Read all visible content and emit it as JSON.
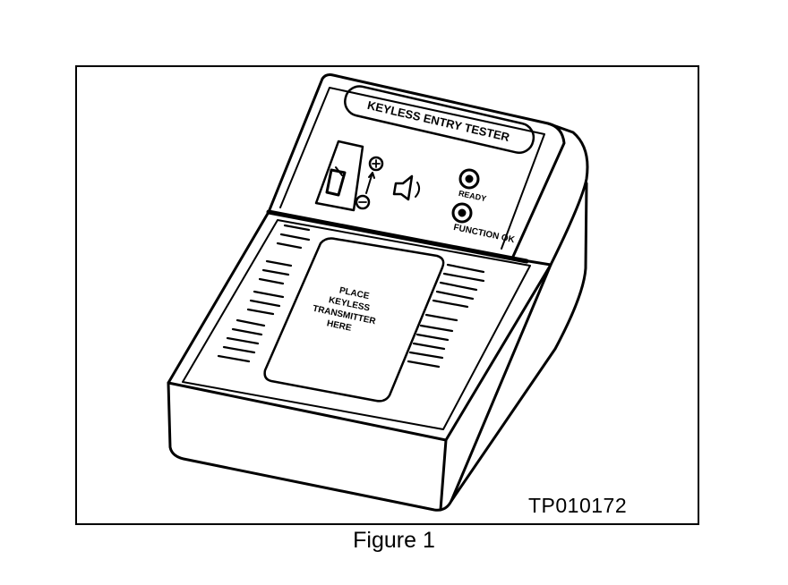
{
  "figure": {
    "caption": "Figure 1",
    "id_code": "TP010172"
  },
  "device": {
    "name_plate": "KEYLESS ENTRY TESTER",
    "ready_label": "READY",
    "function_label": "FUNCTION OK",
    "pad_text": [
      "PLACE",
      "KEYLESS",
      "TRANSMITTER",
      "HERE"
    ]
  },
  "icons": {
    "switch": "slide-switch-icon",
    "speaker": "speaker-icon",
    "up": "plus-circle-icon",
    "down": "minus-circle-icon"
  },
  "colors": {
    "ink": "#000000",
    "paper": "#ffffff"
  }
}
